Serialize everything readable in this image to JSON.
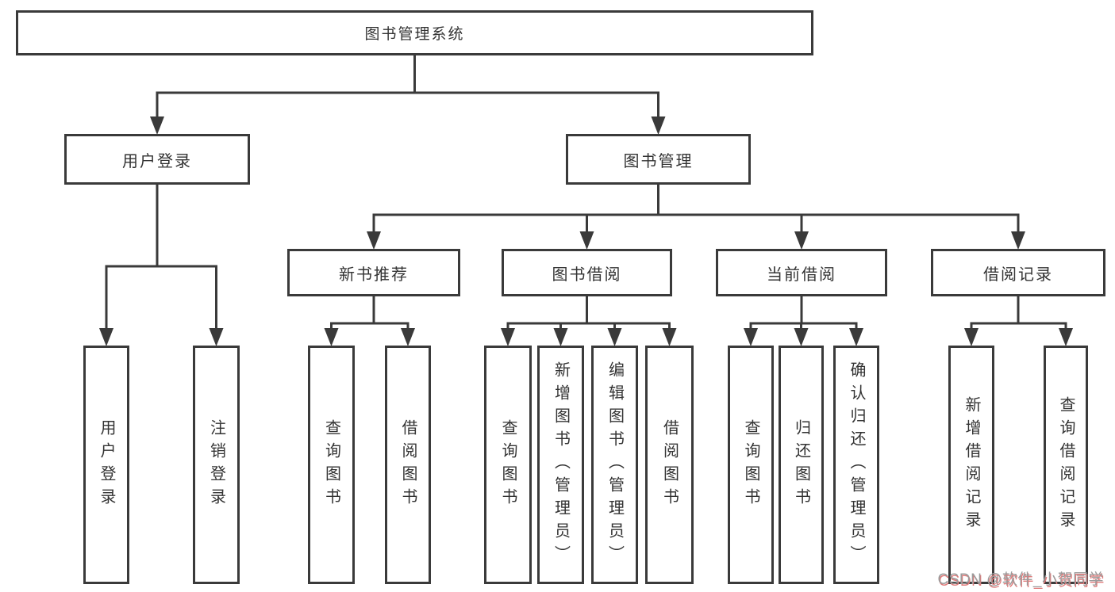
{
  "colors": {
    "background": "#ffffff",
    "line": "#3a3a3a",
    "text": "#333333",
    "watermark": "#9c9c9c",
    "watermark_shadow": "#e07a7a"
  },
  "watermark": {
    "text": "CSDN @软件_小贺同学"
  },
  "tree": {
    "root": {
      "label": "图书管理系统",
      "children": [
        {
          "label": "用户登录",
          "children": [
            {
              "label": "用户登录"
            },
            {
              "label": "注销登录"
            }
          ]
        },
        {
          "label": "图书管理",
          "children": [
            {
              "label": "新书推荐",
              "children": [
                {
                  "label": "查询图书"
                },
                {
                  "label": "借阅图书"
                }
              ]
            },
            {
              "label": "图书借阅",
              "children": [
                {
                  "label": "查询图书"
                },
                {
                  "label": "新增图书（管理员）"
                },
                {
                  "label": "编辑图书（管理员）"
                },
                {
                  "label": "借阅图书"
                }
              ]
            },
            {
              "label": "当前借阅",
              "children": [
                {
                  "label": "查询图书"
                },
                {
                  "label": "归还图书"
                },
                {
                  "label": "确认归还（管理员）"
                }
              ]
            },
            {
              "label": "借阅记录",
              "children": [
                {
                  "label": "新增借阅记录"
                },
                {
                  "label": "查询借阅记录"
                }
              ]
            }
          ]
        }
      ]
    }
  }
}
